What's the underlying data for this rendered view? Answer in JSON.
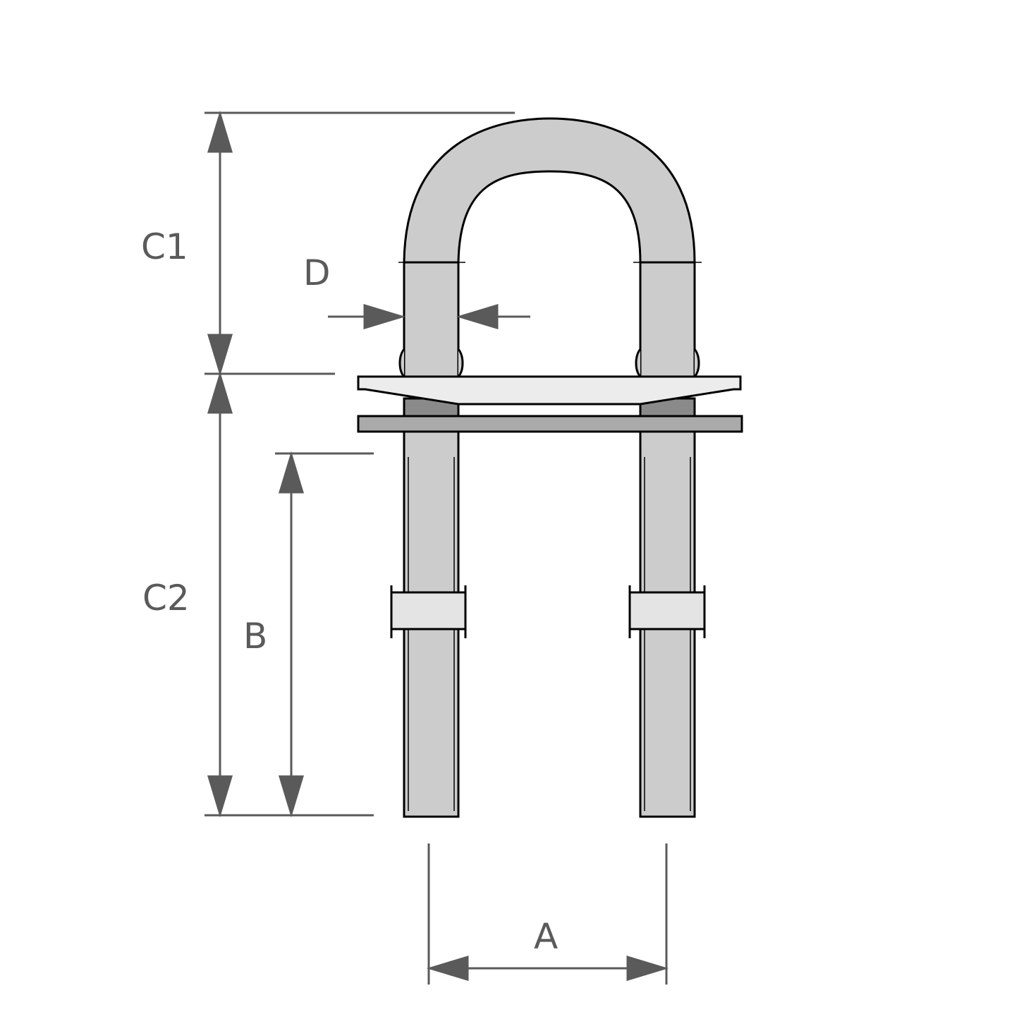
{
  "diagram": {
    "title": "",
    "type": "technical dimension drawing",
    "subject": "U-bolt with mounting plates",
    "labels": {
      "c1": "C1",
      "c2": "C2",
      "b": "B",
      "d": "D",
      "a": "A"
    },
    "colors": {
      "dimension": "#5a5a5a",
      "bolt_fill": "#cccccc",
      "plate_top_fill": "#ececec",
      "plate_bottom_fill": "#aaaaaa",
      "shadow_fill": "#8a8a8a",
      "nut_fill": "#e4e4e4",
      "outline": "#000000"
    }
  }
}
